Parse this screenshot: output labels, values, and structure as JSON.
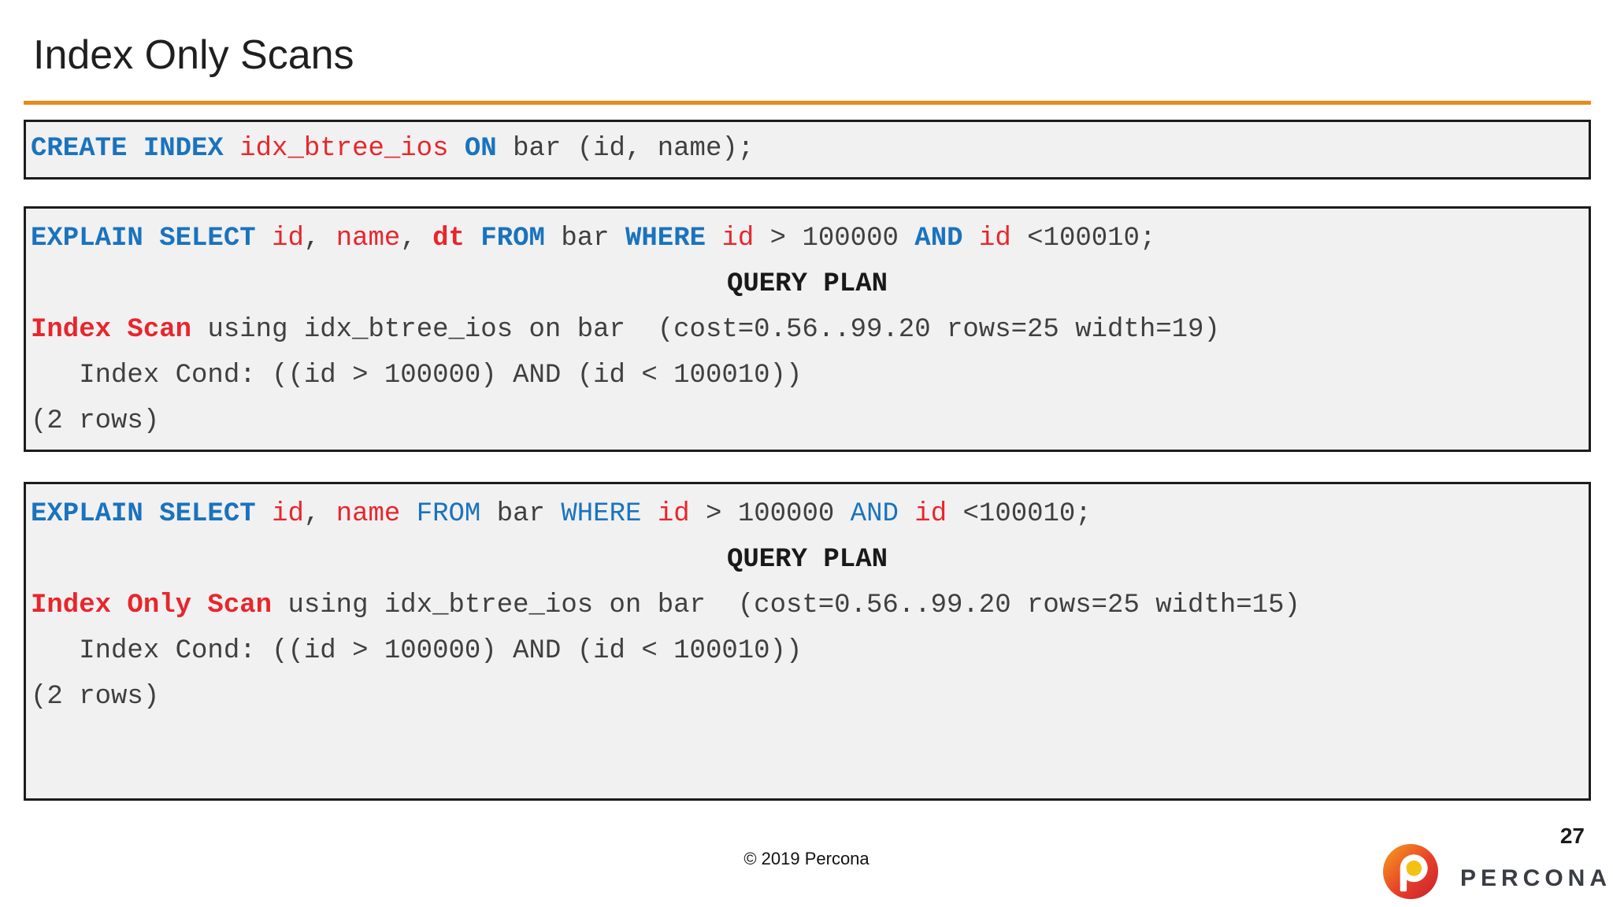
{
  "header": {
    "title": "Index Only Scans"
  },
  "colors": {
    "accent_orange": "#e88a1c",
    "keyword_blue": "#1a73bd",
    "identifier_red": "#e8262b",
    "code_text": "#3f3f3f",
    "box_bg": "#f1f1f2",
    "box_border": "#1c1c1c",
    "logo_orange": "#f6a21d",
    "logo_red": "#c6202e",
    "logo_yellow": "#f2c114"
  },
  "code_blocks": [
    {
      "name": "create-index",
      "lines": [
        {
          "align": "left",
          "seg": [
            [
              "b",
              "CREATE INDEX "
            ],
            [
              "r",
              "idx_btree_ios"
            ],
            [
              "t",
              " "
            ],
            [
              "b",
              "ON"
            ],
            [
              "t",
              " bar (id, name);"
            ]
          ]
        }
      ]
    },
    {
      "name": "explain-index-scan",
      "lines": [
        {
          "align": "left",
          "seg": [
            [
              "b",
              "EXPLAIN SELECT "
            ],
            [
              "r",
              "id"
            ],
            [
              "t",
              ", "
            ],
            [
              "r",
              "name"
            ],
            [
              "t",
              ", "
            ],
            [
              "rb",
              "dt"
            ],
            [
              "t",
              " "
            ],
            [
              "b",
              "FROM"
            ],
            [
              "t",
              " bar "
            ],
            [
              "b",
              "WHERE"
            ],
            [
              "t",
              " "
            ],
            [
              "r",
              "id"
            ],
            [
              "t",
              " > 100000 "
            ],
            [
              "b",
              "AND"
            ],
            [
              "t",
              " "
            ],
            [
              "r",
              "id"
            ],
            [
              "t",
              " <100010;"
            ]
          ]
        },
        {
          "align": "center",
          "seg": [
            [
              "h",
              "QUERY PLAN"
            ]
          ]
        },
        {
          "align": "left",
          "seg": [
            [
              "rb",
              "Index Scan"
            ],
            [
              "t",
              " using idx_btree_ios on bar  (cost=0.56..99.20 rows=25 width=19)"
            ]
          ]
        },
        {
          "align": "left",
          "seg": [
            [
              "t",
              "   Index Cond: ((id > 100000) AND (id < 100010))"
            ]
          ]
        },
        {
          "align": "left",
          "seg": [
            [
              "t",
              "(2 rows)"
            ]
          ]
        }
      ]
    },
    {
      "name": "explain-index-only-scan",
      "lines": [
        {
          "align": "left",
          "seg": [
            [
              "b",
              "EXPLAIN SELECT "
            ],
            [
              "r",
              "id"
            ],
            [
              "t",
              ", "
            ],
            [
              "r",
              "name"
            ],
            [
              "t",
              " "
            ],
            [
              "bl",
              "FROM"
            ],
            [
              "t",
              " bar "
            ],
            [
              "bl",
              "WHERE"
            ],
            [
              "t",
              " "
            ],
            [
              "r",
              "id"
            ],
            [
              "t",
              " > 100000 "
            ],
            [
              "bl",
              "AND"
            ],
            [
              "t",
              " "
            ],
            [
              "r",
              "id"
            ],
            [
              "t",
              " <100010;"
            ]
          ]
        },
        {
          "align": "center",
          "seg": [
            [
              "h",
              "QUERY PLAN"
            ]
          ]
        },
        {
          "align": "left",
          "seg": [
            [
              "rb",
              "Index Only Scan"
            ],
            [
              "t",
              " using idx_btree_ios on bar  (cost=0.56..99.20 rows=25 width=15)"
            ]
          ]
        },
        {
          "align": "left",
          "seg": [
            [
              "t",
              "   Index Cond: ((id > 100000) AND (id < 100010))"
            ]
          ]
        },
        {
          "align": "left",
          "seg": [
            [
              "t",
              "(2 rows)"
            ]
          ]
        }
      ]
    }
  ],
  "footer": {
    "copyright": "© 2019 Percona",
    "page_number": "27",
    "brand": "PERCONA"
  }
}
